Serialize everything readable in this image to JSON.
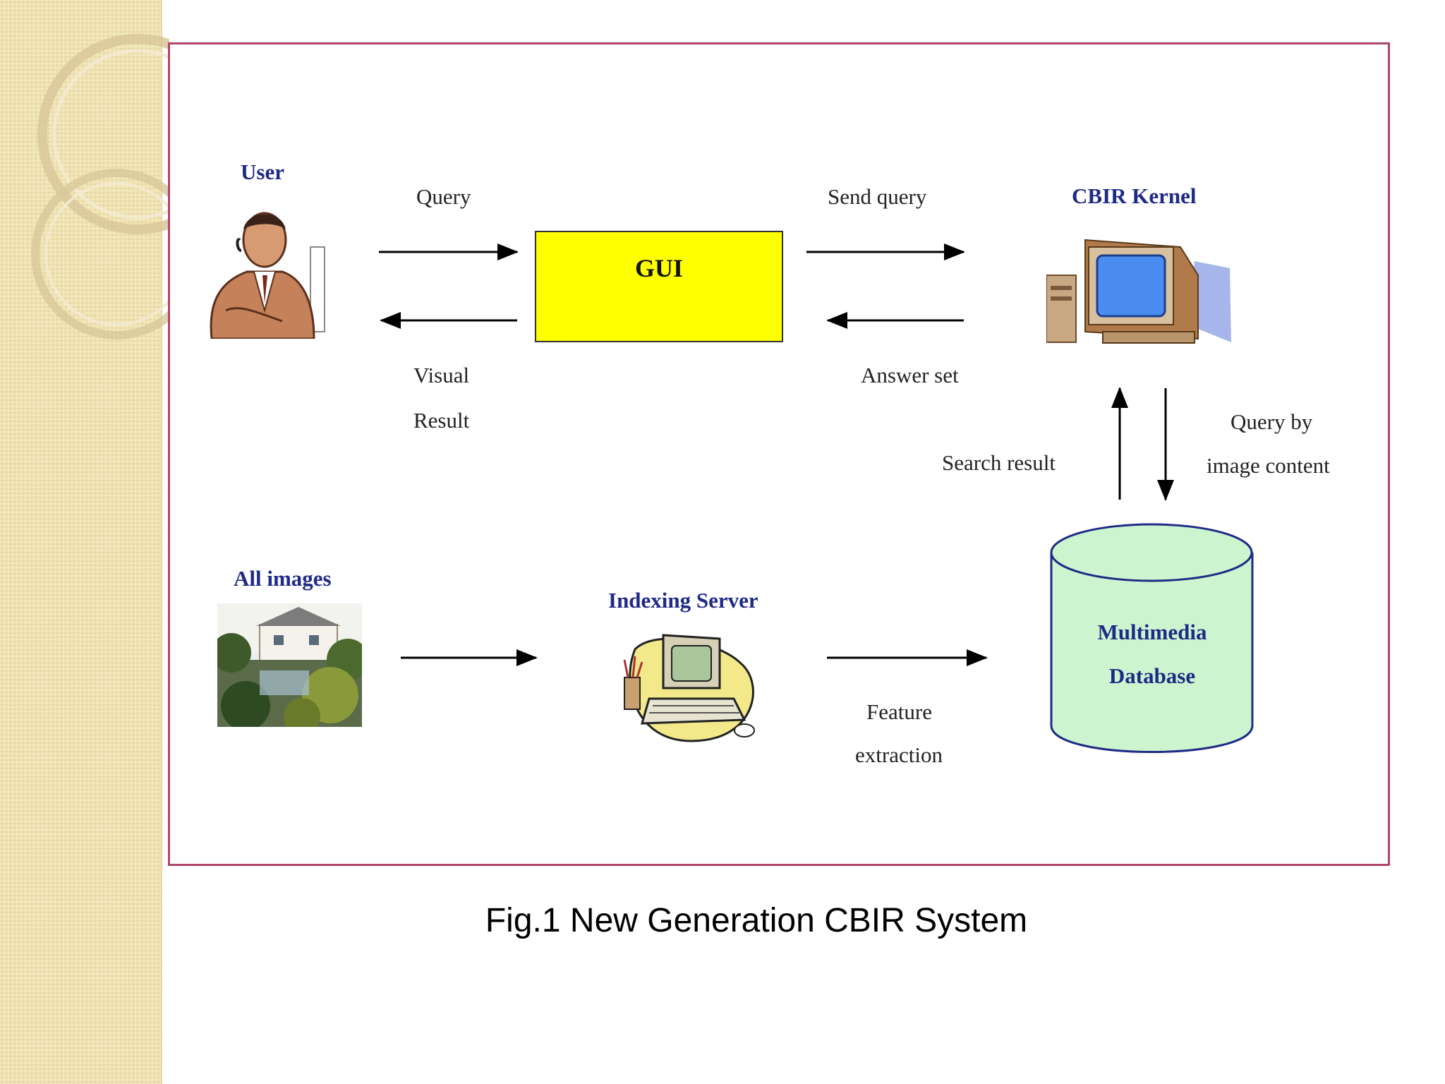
{
  "diagram": {
    "nodes": {
      "user": "User",
      "gui": "GUI",
      "cbir_kernel": "CBIR Kernel",
      "all_images": "All images",
      "indexing_server": "Indexing Server",
      "database_line1": "Multimedia",
      "database_line2": "Database"
    },
    "edge_labels": {
      "query": "Query",
      "visual": "Visual",
      "result": "Result",
      "send_query": "Send query",
      "answer_set": "Answer set",
      "search_result": "Search result",
      "query_by": "Query by",
      "image_content": "image content",
      "feature": "Feature",
      "extraction": "extraction"
    }
  },
  "caption": "Fig.1 New Generation CBIR System"
}
